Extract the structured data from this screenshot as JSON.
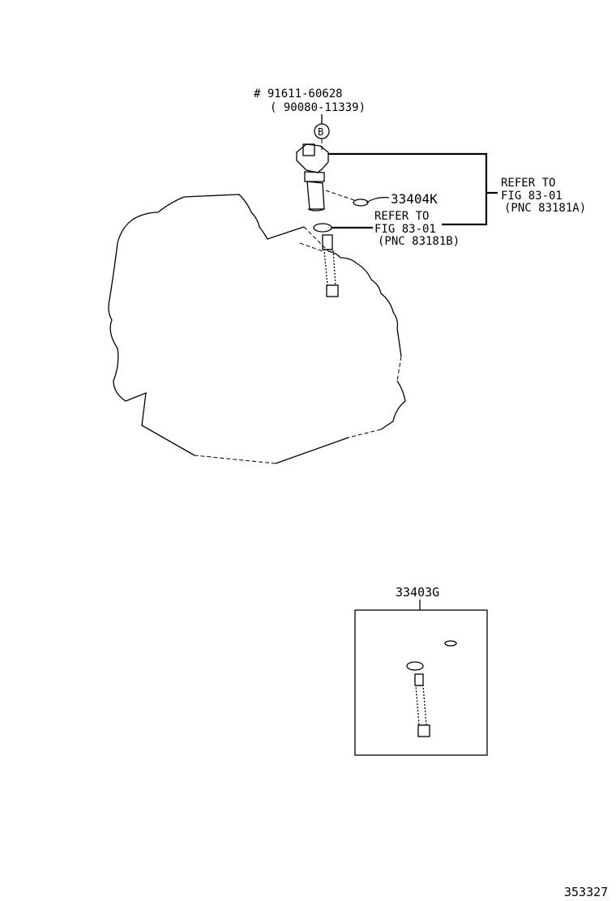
{
  "diagram": {
    "bolt_part": "# 91611-60628",
    "bolt_alt_part": "( 90080-11339)",
    "callout_letter": "B",
    "clip_part": "33404K",
    "refer_a": {
      "line1": "REFER TO",
      "line2": "FIG 83-01",
      "line3": "(PNC 83181A)"
    },
    "refer_b": {
      "line1": "REFER TO",
      "line2": "FIG 83-01",
      "line3": "(PNC 83181B)"
    },
    "kit_part": "33403G",
    "figure_id": "353327"
  }
}
